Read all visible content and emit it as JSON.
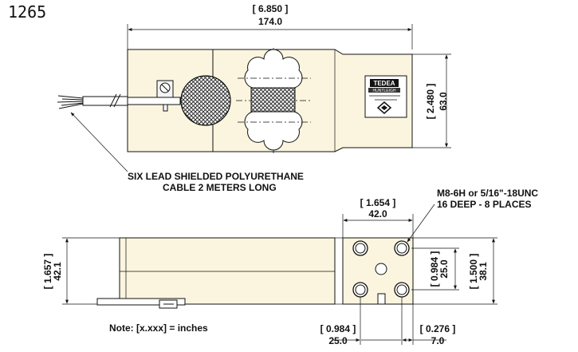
{
  "part_number": "1265",
  "top_view": {
    "width_in": "[ 6.850 ]",
    "width_mm": "174.0",
    "height_in": "[ 2.480 ]",
    "height_mm": "63.0"
  },
  "cable_note": {
    "line1": "SIX LEAD SHIELDED POLYURETHANE",
    "line2": "CABLE 2 METERS LONG"
  },
  "side_view": {
    "height_in": "[ 1.657 ]",
    "height_mm": "42.1"
  },
  "end_view": {
    "width_in": "[ 1.654 ]",
    "width_mm": "42.0",
    "hole_spacing_in": "[ 0.984 ]",
    "hole_spacing_mm": "25.0",
    "hole_height_in": "[ 1.500 ]",
    "hole_height_mm": "38.1",
    "bottom_spacing_in": "[ 0.984 ]",
    "bottom_spacing_mm": "25.0",
    "edge_offset_in": "[ 0.276 ]",
    "edge_offset_mm": "7.0"
  },
  "thread_note": {
    "line1": "M8-6H or 5/16\"-18UNC",
    "line2": "16 DEEP - 8 PLACES"
  },
  "units_note": "Note: [x.xxx] = inches",
  "label_plate": {
    "brand": "TEDEA",
    "sub": "HUNTLEIGH"
  }
}
